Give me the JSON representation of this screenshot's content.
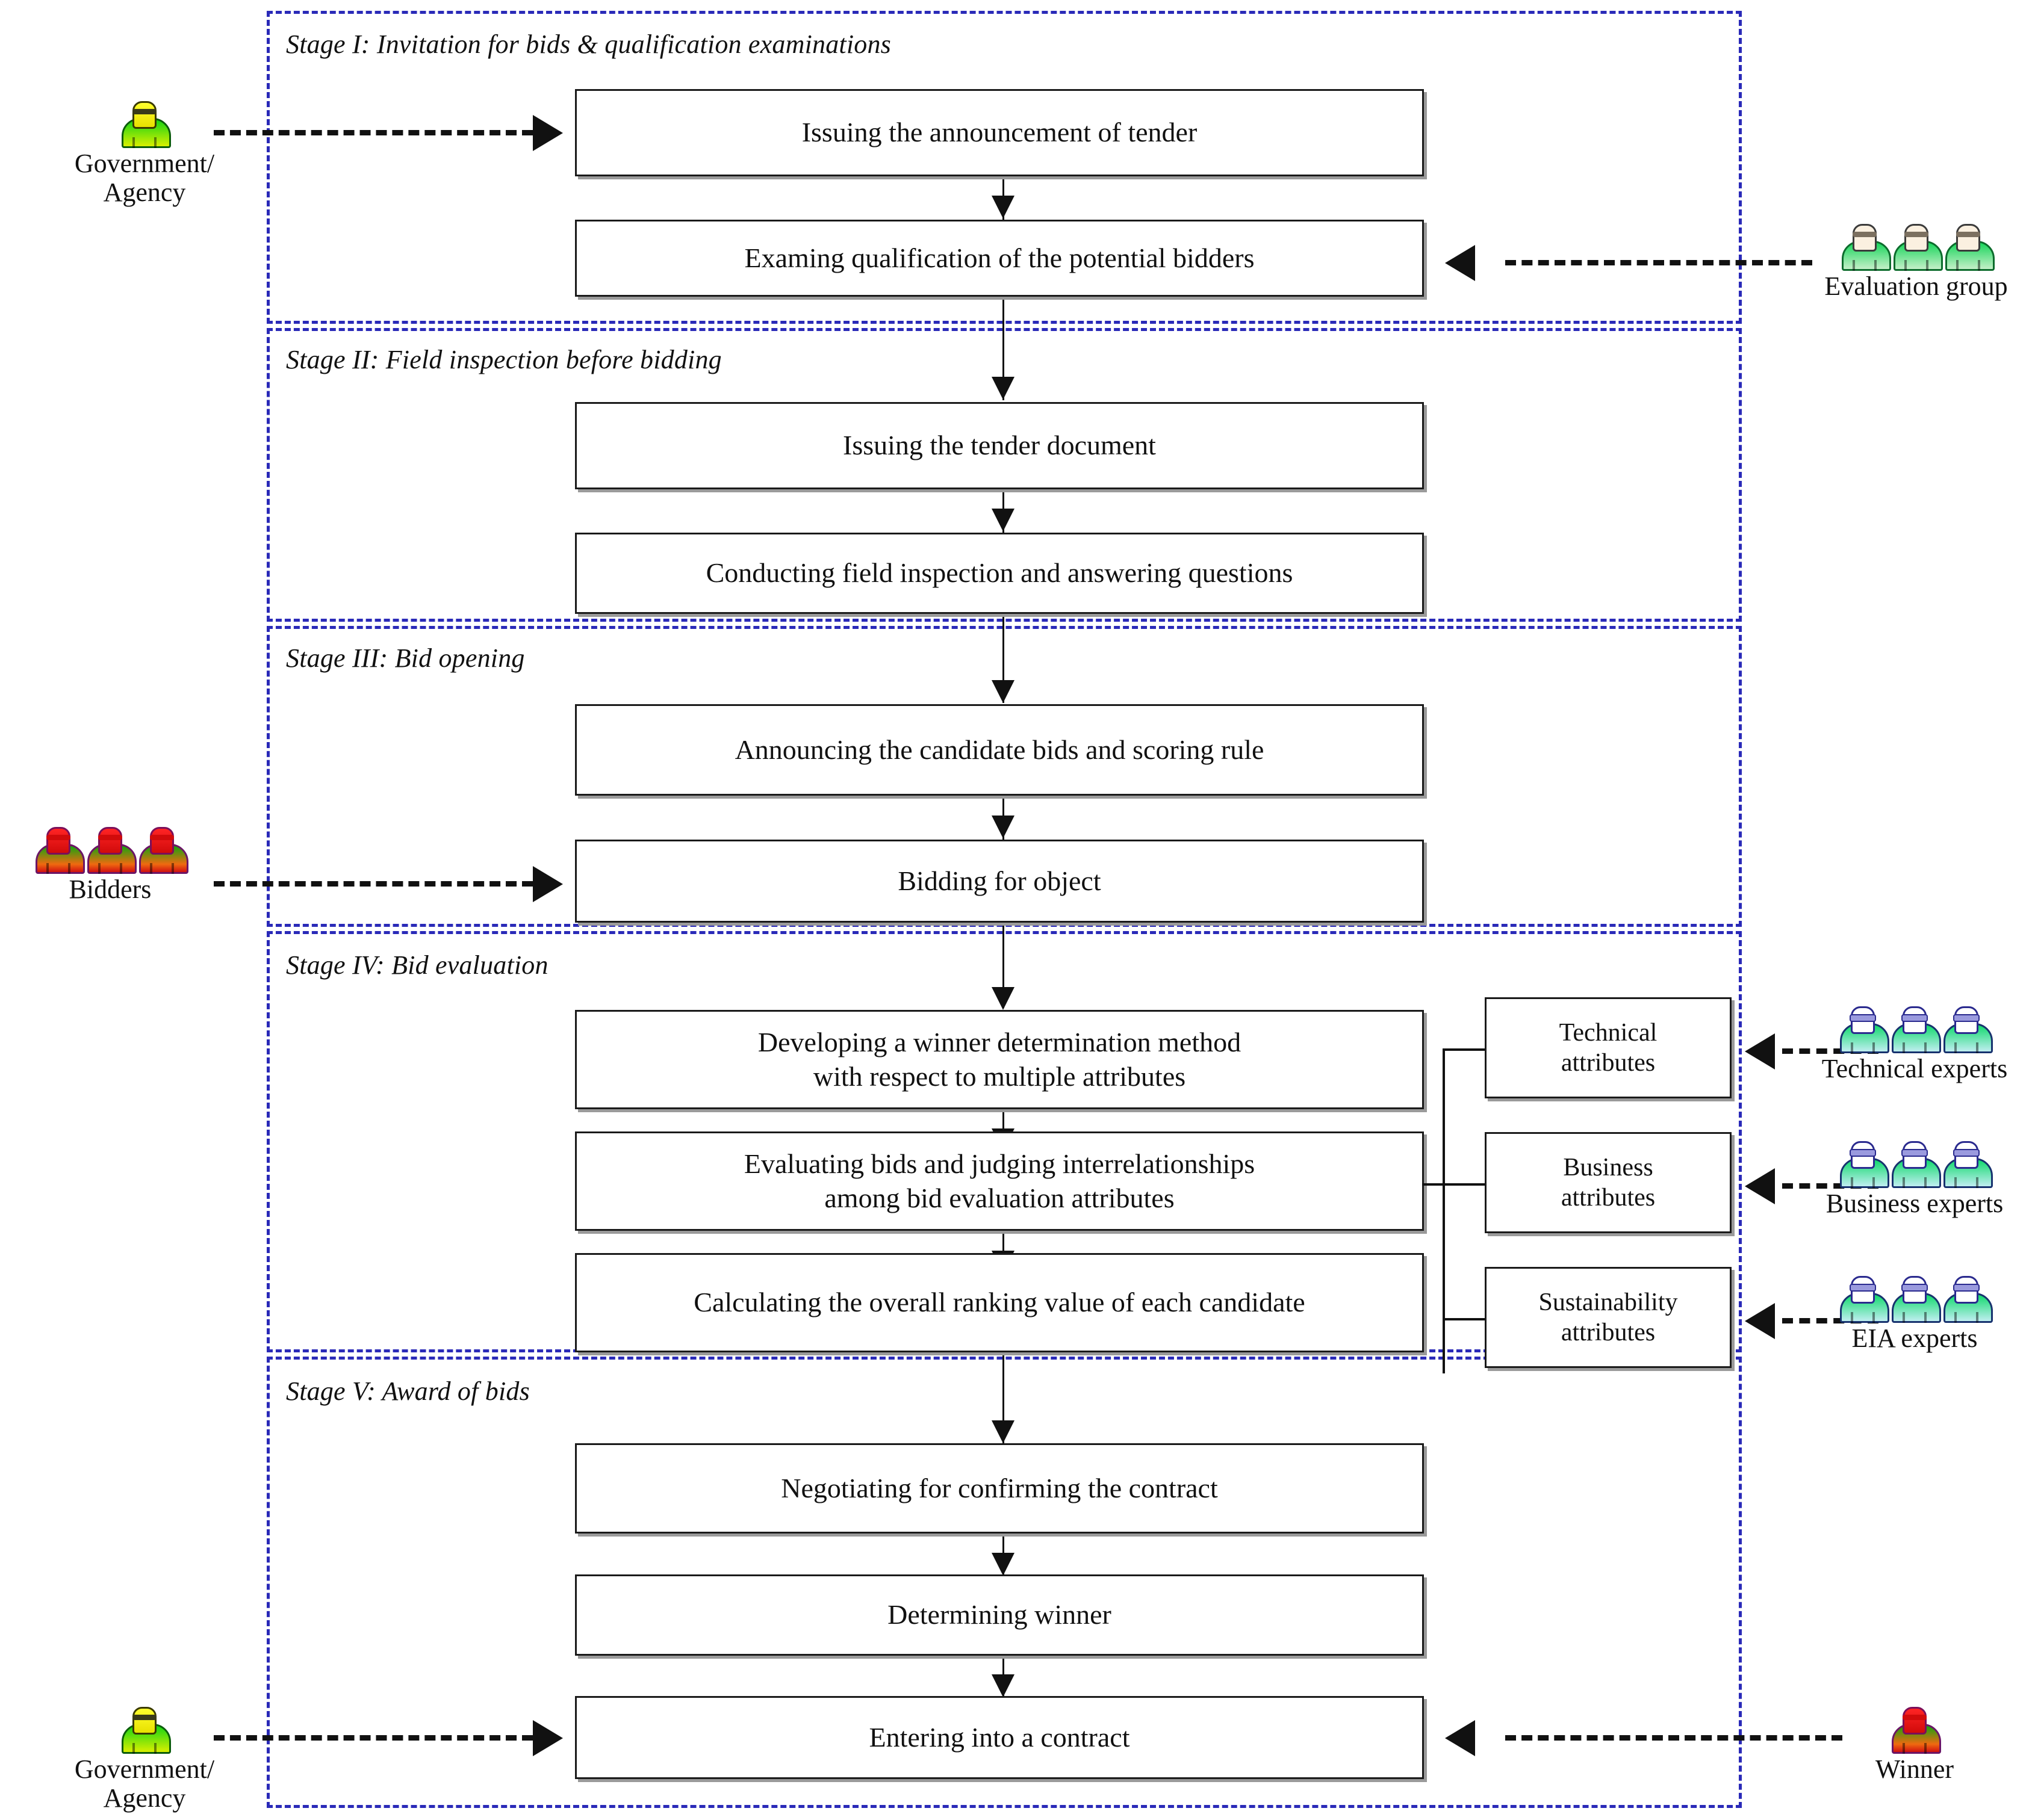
{
  "diagram": {
    "title": "Bidding process flowchart",
    "accent_dashed_color": "#2a2ab8",
    "box_border_color": "#1a1a1a",
    "box_shadow_color": "#9a9a9a"
  },
  "stages": [
    {
      "id": "stage-1",
      "label": "Stage I: Invitation for bids & qualification examinations"
    },
    {
      "id": "stage-2",
      "label": "Stage II: Field inspection before bidding"
    },
    {
      "id": "stage-3",
      "label": "Stage III: Bid opening"
    },
    {
      "id": "stage-4",
      "label": "Stage IV: Bid evaluation"
    },
    {
      "id": "stage-5",
      "label": "Stage V: Award of bids"
    }
  ],
  "steps": [
    {
      "id": "step-1",
      "text": "Issuing the announcement of tender"
    },
    {
      "id": "step-2",
      "text": "Examing qualification of the potential bidders"
    },
    {
      "id": "step-3",
      "text": "Issuing the tender document"
    },
    {
      "id": "step-4",
      "text": "Conducting field inspection and answering questions"
    },
    {
      "id": "step-5",
      "text": "Announcing the candidate bids and scoring rule"
    },
    {
      "id": "step-6",
      "text": "Bidding for object"
    },
    {
      "id": "step-7a",
      "text": "Developing a winner determination method"
    },
    {
      "id": "step-7b",
      "text": "with respect to multiple attributes"
    },
    {
      "id": "step-8a",
      "text": "Evaluating bids and judging interrelationships"
    },
    {
      "id": "step-8b",
      "text": "among bid evaluation attributes"
    },
    {
      "id": "step-9",
      "text": "Calculating the overall ranking value of each candidate"
    },
    {
      "id": "step-10",
      "text": "Negotiating for confirming the contract"
    },
    {
      "id": "step-11",
      "text": "Determining winner"
    },
    {
      "id": "step-12",
      "text": "Entering into a contract"
    }
  ],
  "attributes": [
    {
      "id": "attr-technical",
      "line1": "Technical",
      "line2": "attributes"
    },
    {
      "id": "attr-business",
      "line1": "Business",
      "line2": "attributes"
    },
    {
      "id": "attr-sustainability",
      "line1": "Sustainability",
      "line2": "attributes"
    }
  ],
  "actors": {
    "government_top": {
      "label_line1": "Government/",
      "label_line2": "Agency",
      "count": 1,
      "kind": "government"
    },
    "government_bottom": {
      "label_line1": "Government/",
      "label_line2": "Agency",
      "count": 1,
      "kind": "government"
    },
    "evaluation_group": {
      "label": "Evaluation group",
      "count": 3,
      "kind": "evaluation"
    },
    "bidders": {
      "label": "Bidders",
      "count": 3,
      "kind": "bidder"
    },
    "technical_experts": {
      "label": "Technical experts",
      "count": 3,
      "kind": "expert"
    },
    "business_experts": {
      "label": "Business experts",
      "count": 3,
      "kind": "expert"
    },
    "eia_experts": {
      "label": "EIA experts",
      "count": 3,
      "kind": "expert"
    },
    "winner": {
      "label": "Winner",
      "count": 1,
      "kind": "bidder"
    }
  }
}
